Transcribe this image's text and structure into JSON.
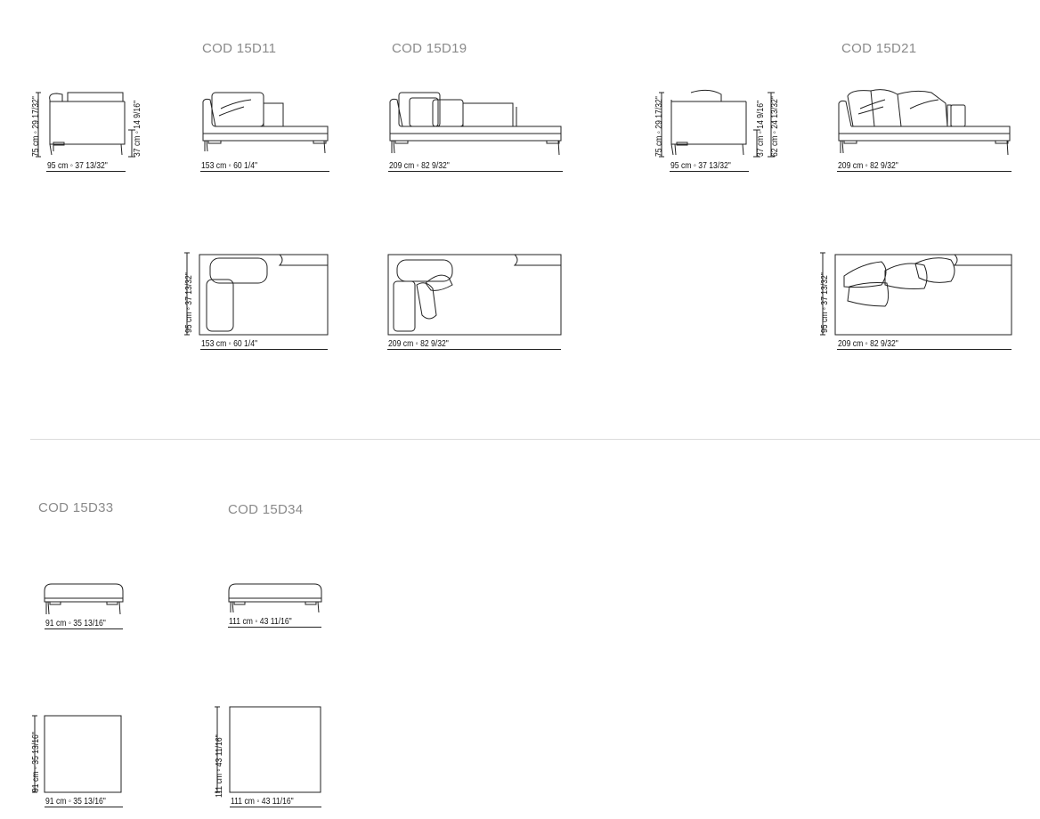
{
  "codes": {
    "c15d11": "COD 15D11",
    "c15d19": "COD 15D19",
    "c15d21": "COD 15D21",
    "c15d33": "COD 15D33",
    "c15d34": "COD 15D34"
  },
  "dims": {
    "side_a_height": "75 cm ◦ 29 17/32\"",
    "side_a_seat": "37 cm ◦ 14 9/16\"",
    "side_a_width": "95 cm ◦ 37 13/32\"",
    "d11_front_width": "153 cm ◦ 60 1/4\"",
    "d19_front_width": "209 cm ◦ 82 9/32\"",
    "side_b_height": "75 cm ◦ 29 17/32\"",
    "side_b_seat": "37 cm ◦ 14 9/16\"",
    "side_b_back": "62 cm ◦ 24 13/32\"",
    "side_b_width": "95 cm ◦ 37 13/32\"",
    "d21_front_width": "209 cm ◦ 82 9/32\"",
    "d11_top_depth": "95 cm ◦ 37 13/32\"",
    "d11_top_width": "153 cm ◦ 60 1/4\"",
    "d19_top_width": "209 cm ◦ 82 9/32\"",
    "d21_top_depth": "95 cm ◦ 37 13/32\"",
    "d21_top_width": "209 cm ◦ 82 9/32\"",
    "d33_front_width": "91 cm ◦ 35 13/16\"",
    "d34_front_width": "111 cm ◦ 43 11/16\"",
    "d33_top_depth": "91 cm ◦ 35 13/16\"",
    "d33_top_width": "91 cm ◦ 35 13/16\"",
    "d34_top_depth": "111 cm ◦ 43 11/16\"",
    "d34_top_width": "111 cm ◦ 43 11/16\""
  }
}
